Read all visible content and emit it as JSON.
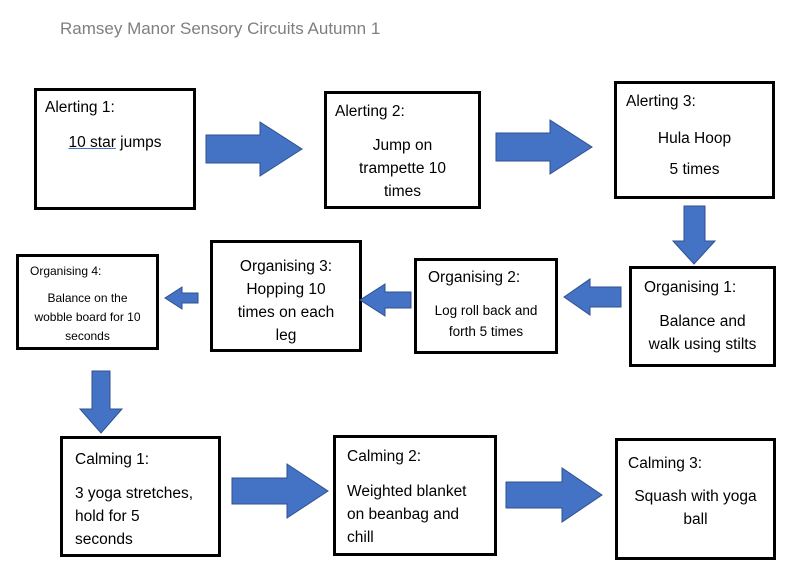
{
  "title": "Ramsey Manor Sensory Circuits Autumn 1",
  "colors": {
    "arrow_fill": "#4472c4",
    "arrow_stroke": "#2f528f",
    "title": "#7f7f7f"
  },
  "steps": {
    "alerting1": {
      "heading": "Alerting 1:",
      "body_u": "10 star",
      "body_rest": " jumps"
    },
    "alerting2": {
      "heading": "Alerting 2:",
      "body": [
        "Jump on",
        "trampette 10",
        "times"
      ]
    },
    "alerting3": {
      "heading": "Alerting 3:",
      "body": [
        "Hula Hoop",
        "5 times"
      ]
    },
    "organising1": {
      "heading": "Organising 1:",
      "body": [
        "Balance and",
        "walk using stilts"
      ]
    },
    "organising2": {
      "heading": "Organising 2:",
      "body": [
        "Log roll back and",
        "forth 5 times"
      ]
    },
    "organising3": {
      "heading": "Organising 3:",
      "body": [
        "Hopping 10",
        "times on each",
        "leg"
      ]
    },
    "organising4": {
      "heading": "Organising 4:",
      "body": [
        "Balance on the",
        "wobble board for 10",
        "seconds"
      ]
    },
    "calming1": {
      "heading": "Calming 1:",
      "body": [
        "3 yoga stretches,",
        "hold for 5",
        "seconds"
      ]
    },
    "calming2": {
      "heading": "Calming 2:",
      "body": [
        "Weighted blanket",
        "on beanbag and",
        "chill"
      ]
    },
    "calming3": {
      "heading": "Calming 3:",
      "body": [
        "Squash with yoga",
        "ball"
      ]
    }
  }
}
